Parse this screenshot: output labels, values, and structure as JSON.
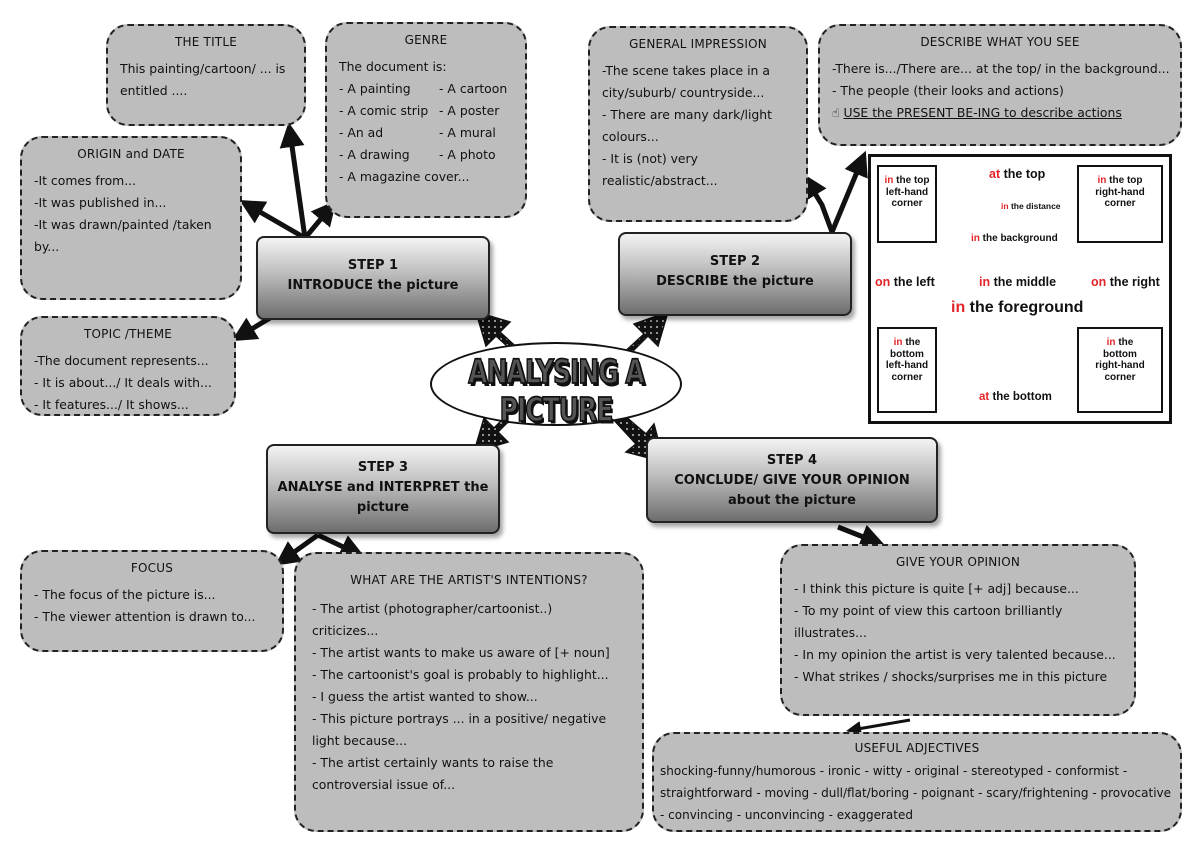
{
  "center_title": "ANALYSING A PICTURE",
  "steps": {
    "step1": {
      "heading": "STEP 1",
      "label": "INTRODUCE the picture"
    },
    "step2": {
      "heading": "STEP 2",
      "label": "DESCRIBE the picture"
    },
    "step3": {
      "heading": "STEP 3",
      "label_line1": "ANALYSE and INTERPRET the",
      "label_line2": "picture"
    },
    "step4": {
      "heading": "STEP 4",
      "label_line1": "CONCLUDE/ GIVE YOUR OPINION",
      "label_line2": "about the picture"
    }
  },
  "boxes": {
    "title": {
      "title": "THE TITLE",
      "lines": [
        "This painting/cartoon/ ... is",
        "entitled ...."
      ]
    },
    "genre": {
      "title": "GENRE",
      "intro": "The document is:",
      "col1": [
        "- A painting",
        "- A comic strip",
        "- An ad",
        "- A drawing",
        "- A magazine cover..."
      ],
      "col2": [
        "- A cartoon",
        "- A poster",
        "- A mural",
        "- A photo"
      ]
    },
    "origin": {
      "title": "ORIGIN and DATE",
      "lines": [
        "-It comes from...",
        "-It was published in...",
        "-It was drawn/painted /taken",
        "by..."
      ]
    },
    "topic": {
      "title": "TOPIC /THEME",
      "lines": [
        "-The document represents...",
        "- It is about.../ It deals with...",
        "- It features.../ It shows..."
      ]
    },
    "impression": {
      "title": "GENERAL IMPRESSION",
      "lines": [
        "-The scene takes place in a",
        "city/suburb/ countryside...",
        "- There are many dark/light",
        "colours...",
        "- It is (not) very",
        "realistic/abstract..."
      ]
    },
    "describe": {
      "title": "DESCRIBE WHAT YOU SEE",
      "lines": [
        "-There is.../There are... at the top/ in the background...",
        "- The people (their looks and actions)"
      ],
      "hint": "USE the PRESENT BE-ING to describe actions"
    },
    "focus": {
      "title": "FOCUS",
      "lines": [
        "- The focus of the picture is...",
        "- The viewer attention is drawn to..."
      ]
    },
    "intentions": {
      "title": "WHAT ARE THE ARTIST'S INTENTIONS?",
      "lines": [
        "- The artist (photographer/cartoonist..)",
        "criticizes...",
        "- The artist wants to make us aware of [+ noun]",
        "- The cartoonist's goal is probably to highlight...",
        "- I guess the artist wanted to show...",
        "- This picture portrays ... in a positive/ negative",
        "light because...",
        "- The artist certainly wants to raise the",
        "controversial issue of..."
      ]
    },
    "opinion": {
      "title": "GIVE YOUR OPINION",
      "lines": [
        "- I think this picture is quite [+ adj] because...",
        "- To my point of view this cartoon brilliantly",
        "illustrates...",
        "- In my opinion the artist is very talented because...",
        "- What strikes / shocks/surprises me in this picture"
      ]
    },
    "adjectives": {
      "title": "USEFUL ADJECTIVES",
      "text": "shocking-funny/humorous - ironic - witty - original - stereotyped - conformist - straightforward - moving - dull/flat/boring - poignant - scary/frightening - provocative - convincing - unconvincing - exaggerated"
    }
  },
  "positions": {
    "in": "in",
    "at": "at",
    "on": "on",
    "top_left": [
      "the top",
      "left-hand",
      "corner"
    ],
    "top_right": [
      "the top",
      "right-hand",
      "corner"
    ],
    "bottom_left": [
      "the",
      "bottom",
      "left-hand",
      "corner"
    ],
    "bottom_right": [
      "the",
      "bottom",
      "right-hand",
      "corner"
    ],
    "top": "the top",
    "distance": "the distance",
    "background": "the background",
    "left": "the left",
    "middle": "the middle",
    "right": "the right",
    "foreground": "the foreground",
    "bottom": "the bottom"
  }
}
